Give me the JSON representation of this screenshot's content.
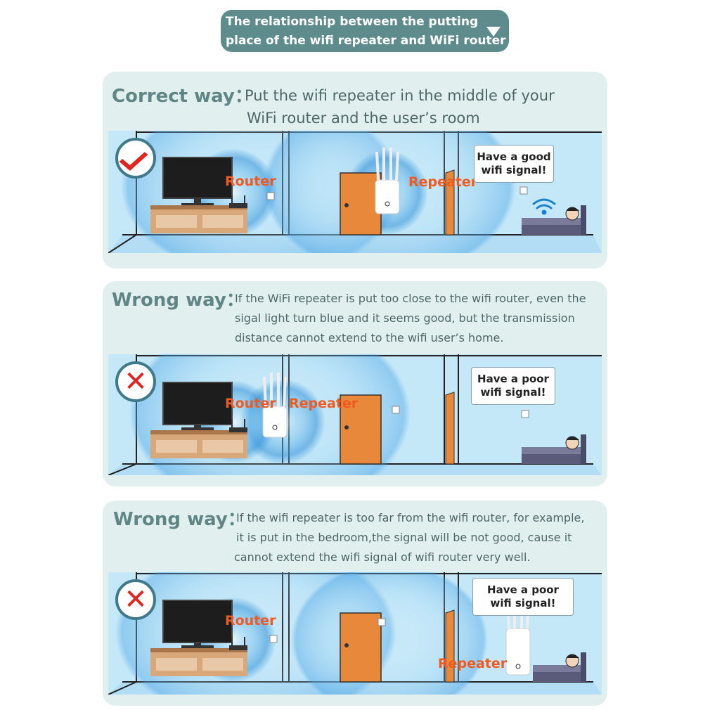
{
  "header": {
    "line1": "The relationship between the putting",
    "line2": "place of the wifi repeater and WiFi router"
  },
  "labels": {
    "router": "Router",
    "repeater": "Repeater"
  },
  "panels": [
    {
      "title": "Correct way：",
      "desc": [
        "Put the wifi repeater in the middle of your",
        "WiFi router and the user’s room"
      ],
      "bubble": [
        "Have a good",
        "wifi signal!"
      ],
      "mark": "check"
    },
    {
      "title": "Wrong way：",
      "desc": [
        "If the WiFi repeater is put too close to the wifi router, even the",
        "sigal light turn blue and it seems good, but the transmission",
        "distance cannot extend to the wifi user’s home."
      ],
      "bubble": [
        "Have a poor",
        "wifi signal!"
      ],
      "mark": "x"
    },
    {
      "title": "Wrong way：",
      "desc": [
        "If the wifi repeater is too far from the wifi router, for example,",
        "it is put in the bedroom,the signal will be not good, cause it",
        "cannot extend the wifi signal of wifi router very well."
      ],
      "bubble": [
        "Have a poor",
        "wifi signal!"
      ],
      "mark": "x"
    }
  ],
  "colors": {
    "header_bg": "#5e8c8c",
    "panel_bg": "#e1f0ef",
    "accent_label": "#f05a1f",
    "mark_red": "#e02520",
    "wall_sky": "#bfe7fa",
    "door_orange": "#e8883a"
  }
}
